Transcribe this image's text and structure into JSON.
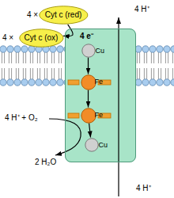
{
  "diagram": {
    "nodes": [
      {
        "text": [
          "Cyt c (red)"
        ]
      },
      {
        "text": [
          "Cyt c (ox)"
        ]
      },
      {
        "text": [
          "4 e⁻"
        ]
      },
      {
        "text": [
          "Cu"
        ],
        "in": 2
      },
      {
        "text": [
          "Fe"
        ],
        "in": 2
      },
      {
        "text": [
          "Fe"
        ],
        "in": 2
      },
      {
        "text": [
          "Cu"
        ],
        "in": 2
      }
    ],
    "edges": [
      {
        "from": 0,
        "to": 1,
        "arrow": "to"
      },
      {
        "from": 3,
        "to": 4,
        "arrow": "to"
      },
      {
        "from": 4,
        "to": 5,
        "arrow": "to"
      },
      {
        "from": 5,
        "to": 6,
        "arrow": "to"
      }
    ],
    "labels": [
      "4 ×",
      "4 ×",
      "4 H⁺",
      "4 H⁺ + O₂",
      "2 H₂O",
      "4 H⁺"
    ]
  }
}
